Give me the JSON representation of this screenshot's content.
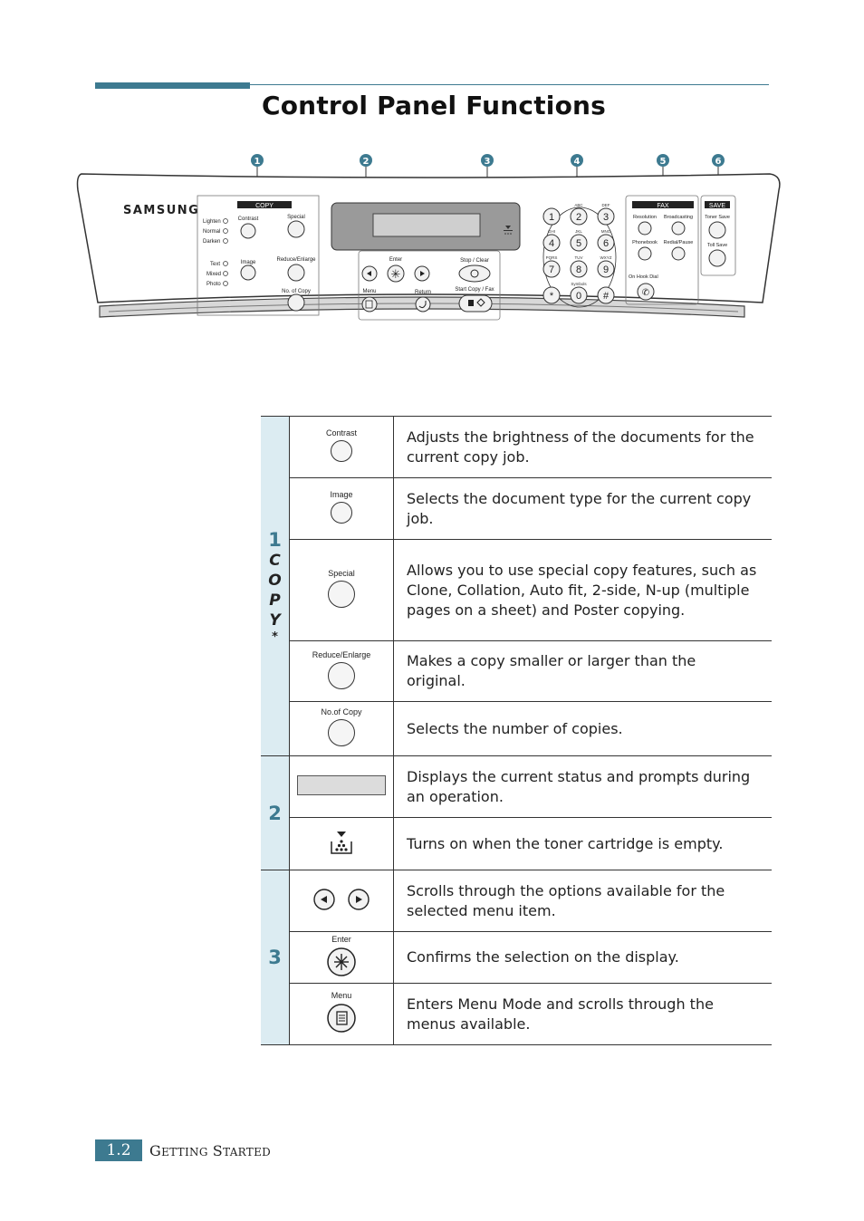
{
  "page": {
    "title": "Control Panel Functions",
    "footer_number": "1.2",
    "footer_section": "Getting Started"
  },
  "panel": {
    "brand": "SAMSUNG",
    "callouts": [
      "1",
      "2",
      "3",
      "4",
      "5",
      "6"
    ],
    "copy_header": "COPY",
    "fax_header": "FAX",
    "save_header": "SAVE",
    "contrast_levels": [
      "Lighten",
      "Normal",
      "Darken"
    ],
    "image_types": [
      "Text",
      "Mixed",
      "Photo"
    ],
    "labels": {
      "contrast": "Contrast",
      "special": "Special",
      "image": "Image",
      "reduce_enlarge": "Reduce/Enlarge",
      "no_of_copy": "No. of Copy",
      "enter": "Enter",
      "stop_clear": "Stop / Clear",
      "menu": "Menu",
      "return": "Return",
      "start_copy_fax": "Start Copy / Fax",
      "resolution": "Resolution",
      "broadcasting": "Broadcasting",
      "phonebook": "Phonebook",
      "redial_pause": "Redial/Pause",
      "on_hook_dial": "On Hook Dial",
      "toner_save": "Toner Save",
      "toll_save": "Toll Save"
    },
    "keypad": [
      {
        "key": "1",
        "sub": ""
      },
      {
        "key": "2",
        "sub": "ABC"
      },
      {
        "key": "3",
        "sub": "DEF"
      },
      {
        "key": "4",
        "sub": "GHI"
      },
      {
        "key": "5",
        "sub": "JKL"
      },
      {
        "key": "6",
        "sub": "MNO"
      },
      {
        "key": "7",
        "sub": "PQRS"
      },
      {
        "key": "8",
        "sub": "TUV"
      },
      {
        "key": "9",
        "sub": "WXYZ"
      },
      {
        "key": "*",
        "sub": ""
      },
      {
        "key": "0",
        "sub": "Symbols"
      },
      {
        "key": "#",
        "sub": ""
      }
    ]
  },
  "table": {
    "group1": {
      "number": "1",
      "word": [
        "C",
        "O",
        "P",
        "Y"
      ],
      "mark": "*"
    },
    "group2": {
      "number": "2"
    },
    "group3": {
      "number": "3"
    },
    "rows": [
      {
        "label": "Contrast",
        "desc": "Adjusts the brightness of the documents for the current copy job."
      },
      {
        "label": "Image",
        "desc": "Selects the document type for the current copy job."
      },
      {
        "label": "Special",
        "desc": "Allows you to use special copy features, such as Clone, Collation, Auto fit, 2-side, N-up (multiple pages on a sheet) and Poster copying."
      },
      {
        "label": "Reduce/Enlarge",
        "desc": "Makes a copy smaller or larger than the original."
      },
      {
        "label": "No.of Copy",
        "desc": "Selects the number of copies."
      },
      {
        "label": "",
        "desc": "Displays the current status and prompts during an operation."
      },
      {
        "label": "",
        "desc": "Turns on when the toner cartridge is empty."
      },
      {
        "label": "",
        "desc": "Scrolls through the options available for the selected menu item."
      },
      {
        "label": "Enter",
        "desc": "Confirms the selection on the display."
      },
      {
        "label": "Menu",
        "desc": "Enters Menu Mode and scrolls through the menus available."
      }
    ]
  }
}
